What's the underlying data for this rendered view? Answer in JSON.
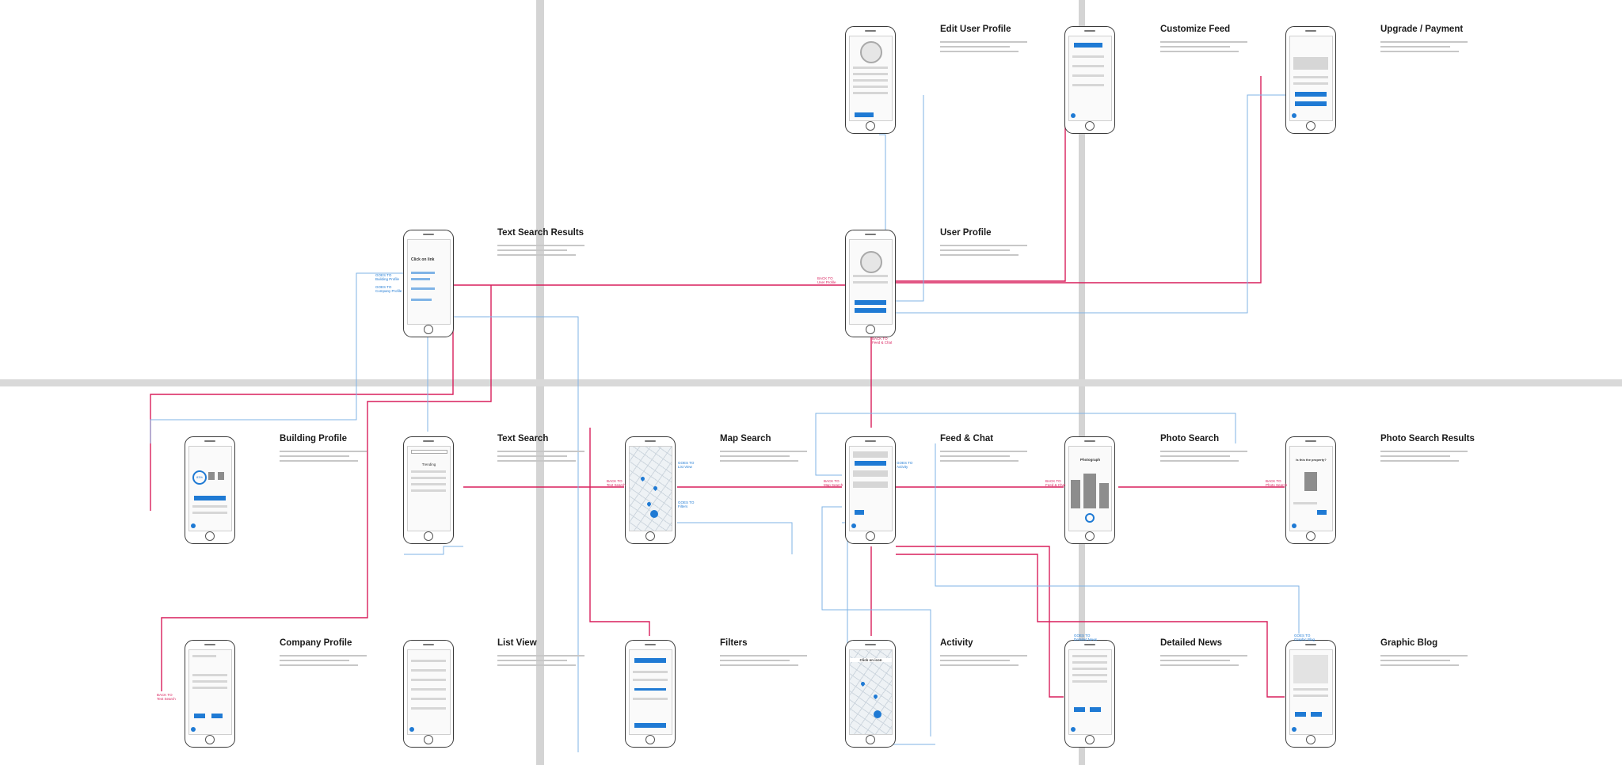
{
  "colors": {
    "link_pink": "#d81e5b",
    "link_blue": "#1f7ad4",
    "frame": "#3a3a3a",
    "band": "#d4d4d4"
  },
  "screens": {
    "edit_user_profile": "Edit User Profile",
    "customize_feed": "Customize Feed",
    "upgrade_payment": "Upgrade / Payment",
    "text_search_results": "Text Search Results",
    "user_profile": "User Profile",
    "building_profile": "Building Profile",
    "text_search": "Text Search",
    "map_search": "Map Search",
    "feed_chat": "Feed & Chat",
    "photo_search": "Photo Search",
    "photo_search_results": "Photo Search Results",
    "company_profile": "Company Profile",
    "list_view": "List View",
    "filters": "Filters",
    "activity": "Activity",
    "detailed_news": "Detailed News",
    "graphic_blog": "Graphic Blog"
  },
  "screen_text": {
    "text_results_heading": "Click on link",
    "trending": "Trending",
    "score": "83%",
    "photograph": "Photograph",
    "is_this_property": "Is this the property?",
    "click_on_icon": "Click on icon"
  },
  "links": {
    "user_profile": "BACK TO\nUser Profile",
    "text_search": "BACK TO\nText Search",
    "map_search": "BACK TO\nMap Search",
    "feed_chat": "BACK TO\nFeed & Chat",
    "building_profile": "GOES TO\nBuilding Profile",
    "company_profile": "GOES TO\nCompany Profile",
    "photo_search": "BACK TO\nPhoto Search",
    "list_view": "GOES TO\nList View",
    "filters": "GOES TO\nFilters",
    "activity": "GOES TO\nActivity",
    "detailed_news": "GOES TO\nDetailed News",
    "graphic_blog": "GOES TO\nGraphic Blog"
  }
}
